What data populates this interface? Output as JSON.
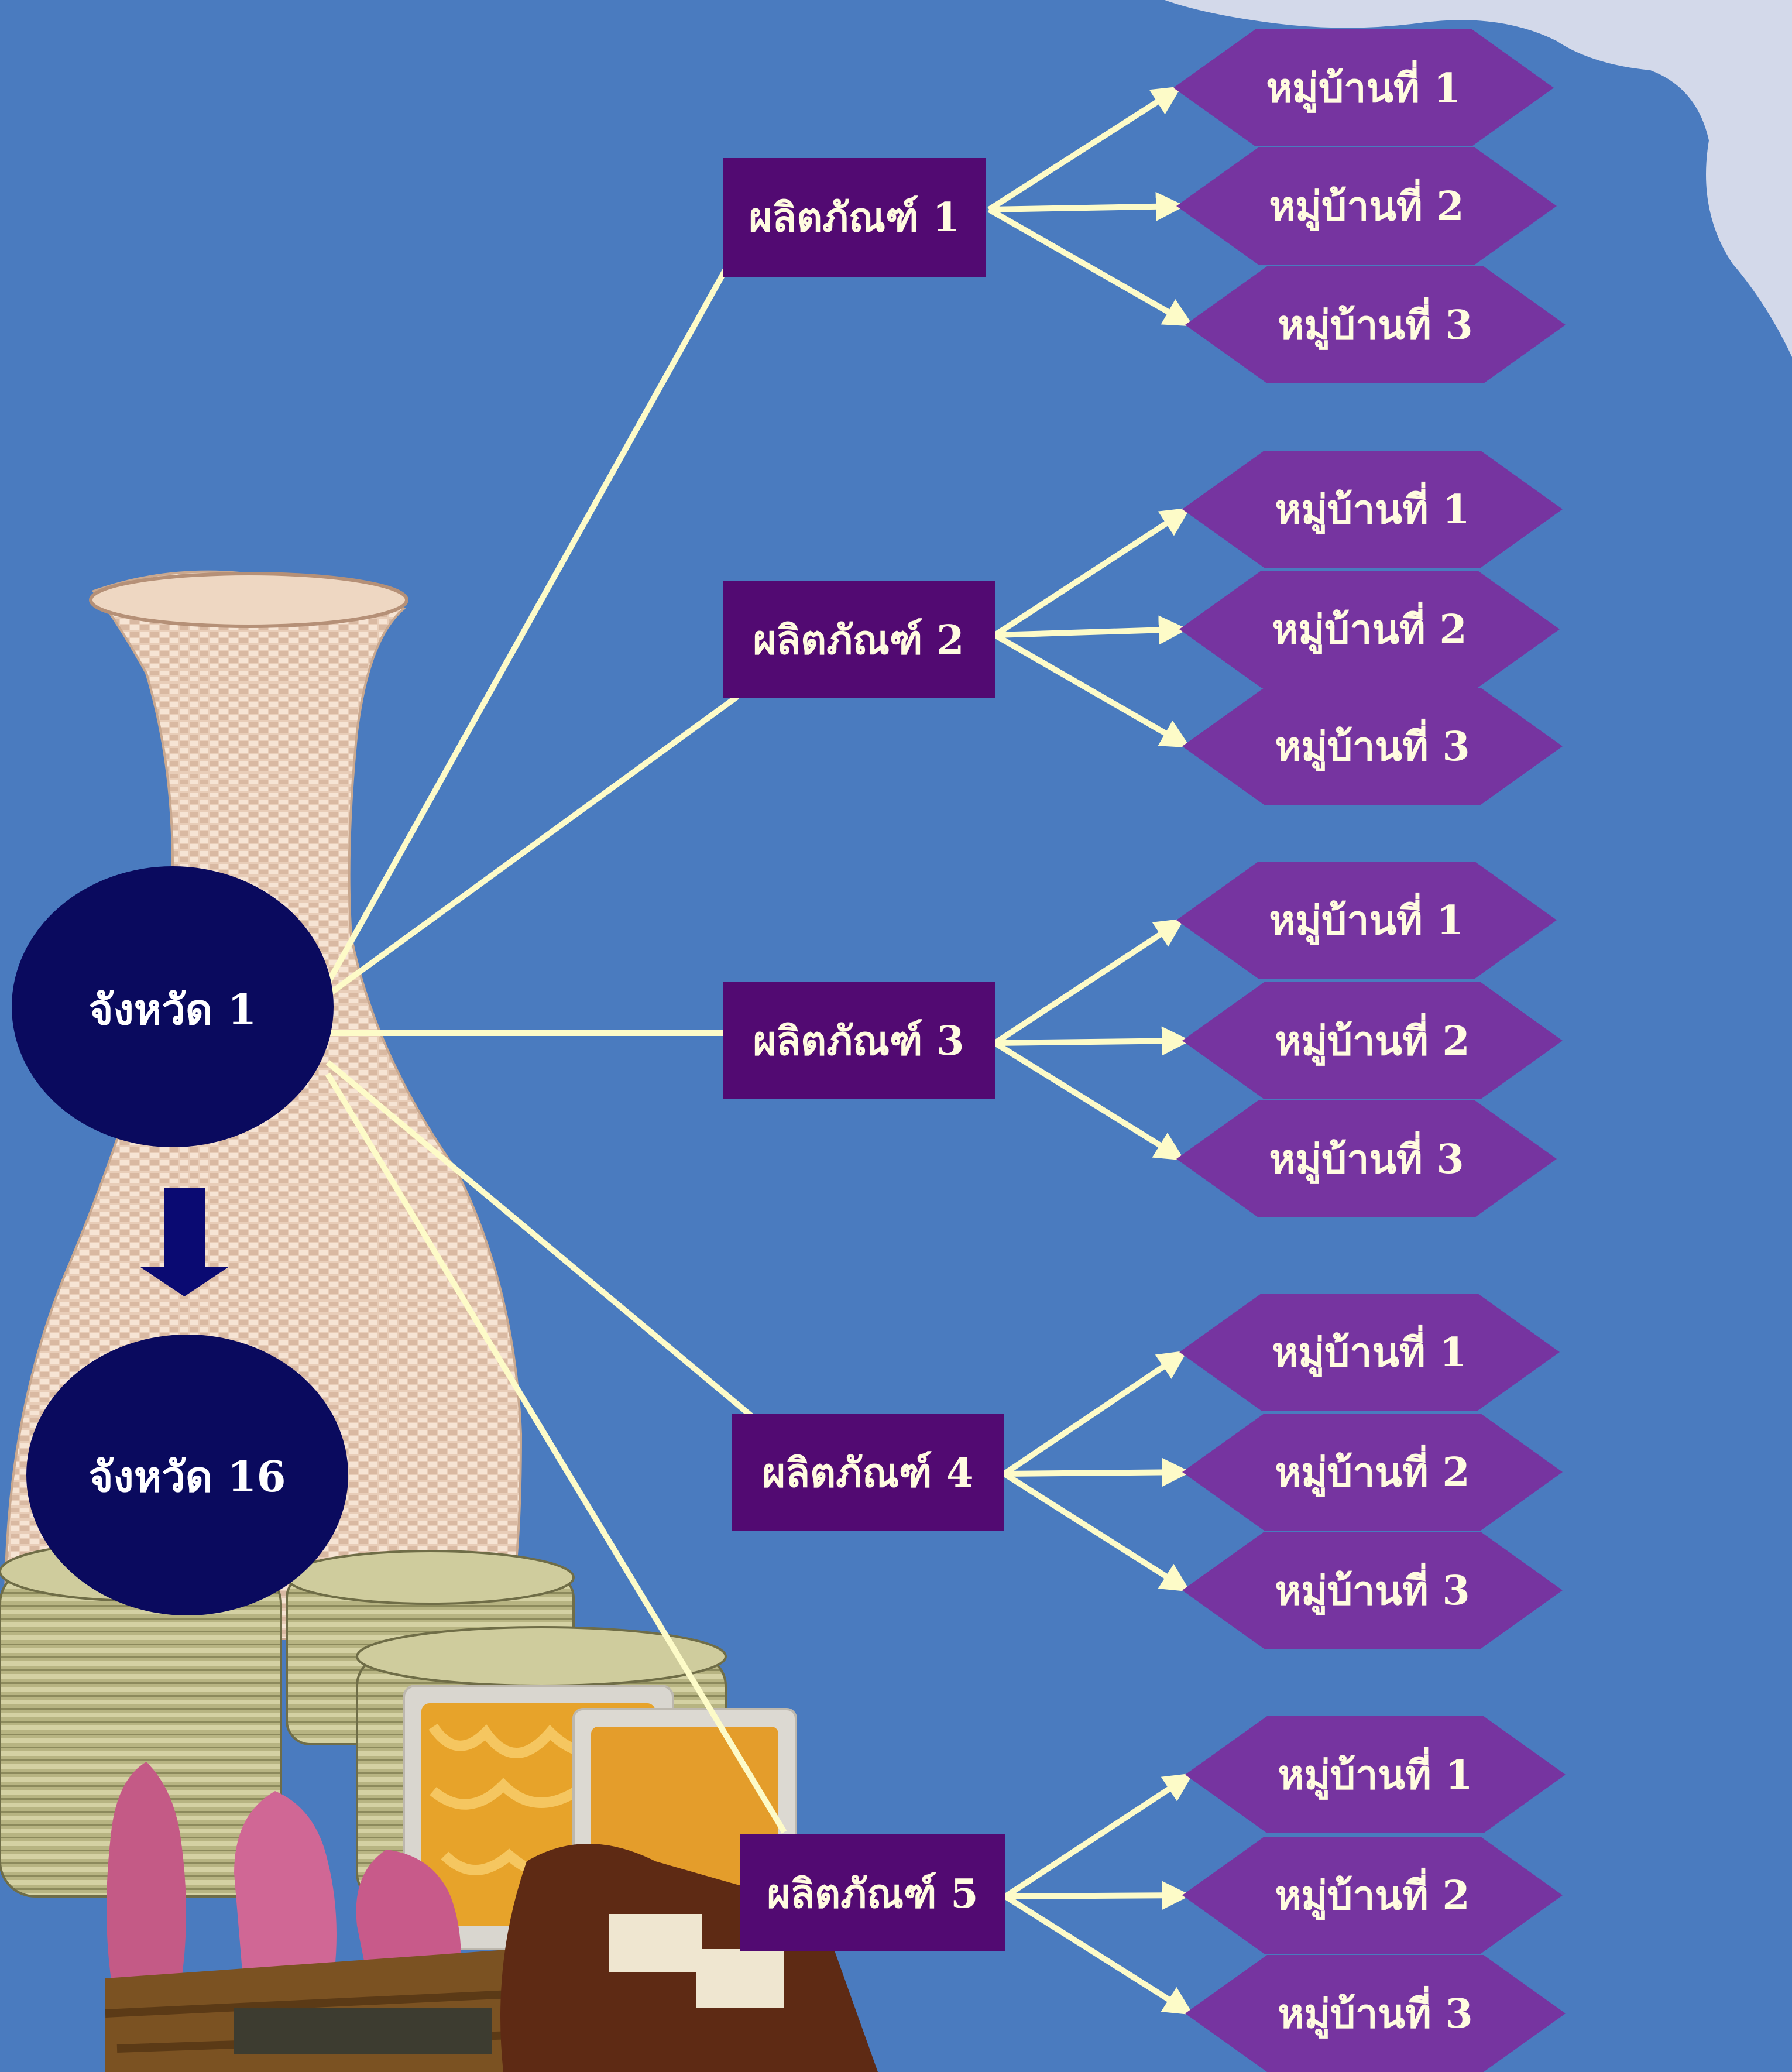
{
  "colors": {
    "background": "#4a7bbf",
    "corner_cloud": "#d3d9ea",
    "province_fill": "#0a0a5e",
    "product_fill": "#520a72",
    "village_fill": "#7634a0",
    "connector": "#fdfbc8",
    "down_arrow": "#0a0a72"
  },
  "diagram": {
    "provinces": [
      {
        "label": "จังหวัด  1"
      },
      {
        "label": "จังหวัด  16"
      }
    ],
    "products": [
      {
        "label": "ผลิตภัณฑ์  1",
        "villages": [
          "หมู่บ้านที่ 1",
          "หมู่บ้านที่ 2",
          "หมู่บ้านที่ 3"
        ]
      },
      {
        "label": "ผลิตภัณฑ์  2",
        "villages": [
          "หมู่บ้านที่ 1",
          "หมู่บ้านที่ 2",
          "หมู่บ้านที่ 3"
        ]
      },
      {
        "label": "ผลิตภัณฑ์  3",
        "villages": [
          "หมู่บ้านที่ 1",
          "หมู่บ้านที่ 2",
          "หมู่บ้านที่ 3"
        ]
      },
      {
        "label": "ผลิตภัณฑ์  4",
        "villages": [
          "หมู่บ้านที่ 1",
          "หมู่บ้านที่ 2",
          "หมู่บ้านที่ 3"
        ]
      },
      {
        "label": "ผลิตภัณฑ์  5",
        "villages": [
          "หมู่บ้านที่ 1",
          "หมู่บ้านที่ 2",
          "หมู่บ้านที่ 3"
        ]
      }
    ]
  },
  "illustrations": {
    "basket_vase": "woven-bamboo-vase",
    "basket_trays": "stacked-bamboo-trays",
    "snack_bags": "packaged-snacks"
  }
}
